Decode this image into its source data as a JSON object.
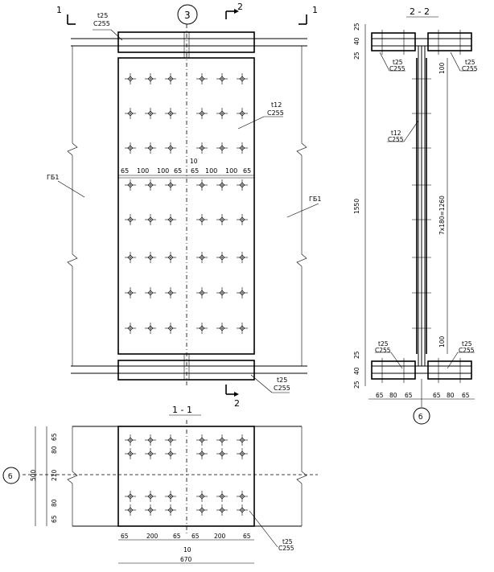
{
  "markers": {
    "section_1_left": "1",
    "section_1_right": "1",
    "section_2_top": "2",
    "section_2_bottom": "2",
    "node_circle": "3",
    "axis_b_right": "б",
    "axis_b_left": "б"
  },
  "section_titles": {
    "section_2_2": "2 - 2",
    "section_1_1": "1 - 1"
  },
  "main_view": {
    "flange_top_thk": "t25",
    "flange_top_steel": "C255",
    "flange_bot_thk": "t25",
    "flange_bot_steel": "C255",
    "web_thk": "t12",
    "web_steel": "C255",
    "beam_left": "ГБ1",
    "beam_right": "ГБ1",
    "dims": [
      "65",
      "100",
      "100",
      "65",
      "65",
      "100",
      "100",
      "65"
    ],
    "gap": "10"
  },
  "section_2_2_view": {
    "top_dims": [
      "25",
      "40",
      "25"
    ],
    "bot_dims": [
      "25",
      "40",
      "25"
    ],
    "height": "1550",
    "edge_top": "100",
    "edge_bot": "100",
    "pitch": "7x180=1260",
    "flange_top_left_thk": "t25",
    "flange_top_left_steel": "C255",
    "flange_top_right_thk": "t25",
    "flange_top_right_steel": "C255",
    "web_thk": "t12",
    "web_steel": "C255",
    "flange_bot_left_thk": "t25",
    "flange_bot_left_steel": "C255",
    "flange_bot_right_thk": "t25",
    "flange_bot_right_steel": "C255",
    "bottom_dims": [
      "65",
      "80",
      "65",
      "65",
      "80",
      "65"
    ]
  },
  "section_1_1_view": {
    "left_dims": [
      "65",
      "80",
      "210",
      "80",
      "65"
    ],
    "total_height": "500",
    "bottom_dims": [
      "65",
      "200",
      "65",
      "65",
      "200",
      "65"
    ],
    "gap": "10",
    "total_width": "670",
    "plate_thk": "t25",
    "plate_steel": "C255"
  }
}
